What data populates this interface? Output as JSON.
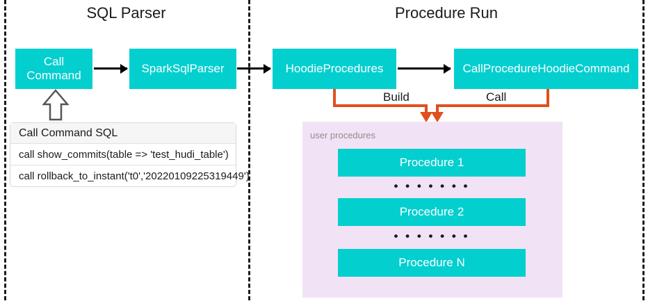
{
  "sections": [
    {
      "title": "SQL Parser"
    },
    {
      "title": "Procedure Run"
    }
  ],
  "colors": {
    "node_fill": "#03cfcf",
    "node_text": "#ffffff",
    "panel_fill": "#f2e2f5",
    "connector_orange": "#e0501e",
    "arrow_black": "#000000",
    "divider": "#1a1a1a"
  },
  "parser_flow": {
    "nodes": [
      {
        "id": "call-command",
        "label_line1": "Call",
        "label_line2": "Command"
      },
      {
        "id": "spark-sql-parser",
        "label": "SparkSqlParser"
      }
    ]
  },
  "sql_table": {
    "header": "Call Command SQL",
    "rows": [
      "call show_commits(table => 'test_hudi_table')",
      "call rollback_to_instant('t0','20220109225319449')"
    ]
  },
  "procedure_flow": {
    "nodes": [
      {
        "id": "hoodie-procedures",
        "label": "HoodieProcedures"
      },
      {
        "id": "call-procedure-hoodie-command",
        "label": "CallProcedureHoodieCommand"
      }
    ],
    "edge_labels": {
      "build": "Build",
      "call": "Call"
    }
  },
  "user_procedures": {
    "panel_label": "user procedures",
    "items": [
      {
        "label": "Procedure 1"
      },
      {
        "label": "Procedure 2"
      },
      {
        "label": "Procedure N"
      }
    ],
    "ellipsis": "• • • • • • •"
  }
}
